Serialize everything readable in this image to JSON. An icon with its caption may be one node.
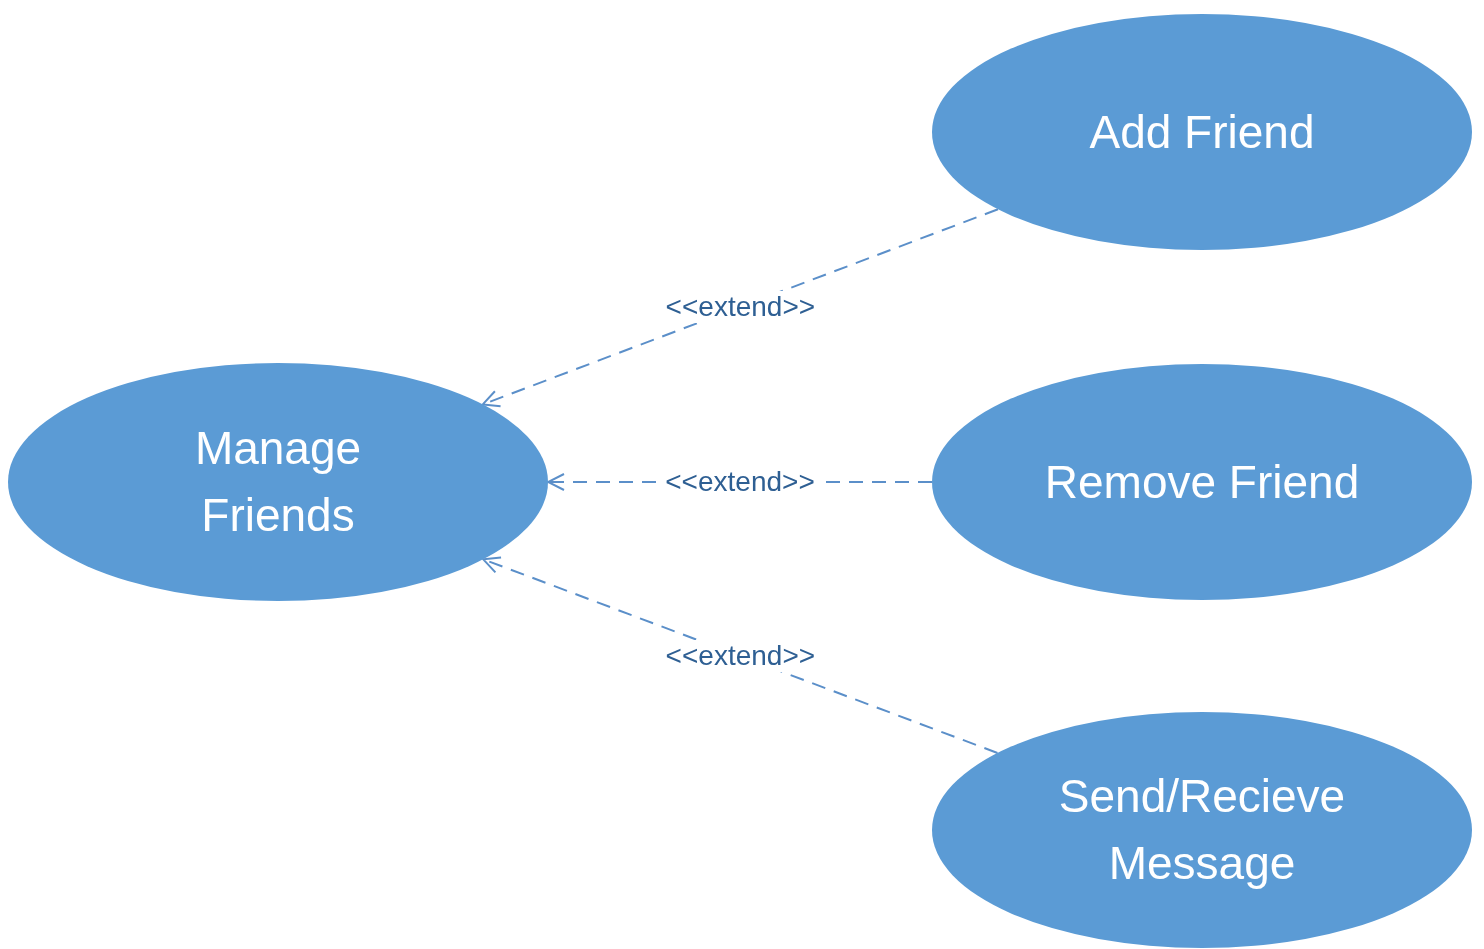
{
  "diagram": {
    "nodes": [
      {
        "text": [
          "Manage Friends"
        ]
      },
      {
        "text": [
          "Add Friend"
        ]
      },
      {
        "text": [
          "Remove Friend"
        ]
      },
      {
        "text": [
          "Send/Recieve Message"
        ]
      }
    ],
    "edges": [
      {
        "from": 1,
        "to": 0,
        "arrow": "to",
        "label": "<<extend>>",
        "style": "dashed"
      },
      {
        "from": 2,
        "to": 0,
        "arrow": "to",
        "label": "<<extend>>",
        "style": "dashed"
      },
      {
        "from": 3,
        "to": 0,
        "arrow": "to",
        "label": "<<extend>>",
        "style": "dashed"
      }
    ]
  }
}
